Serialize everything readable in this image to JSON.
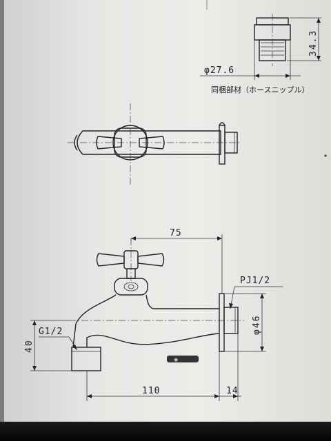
{
  "nipple": {
    "height_label": "34.3",
    "diameter_label": "φ27.6",
    "caption": "同梱部材（ホースニップル）"
  },
  "side_view": {
    "width_label": "75",
    "thread_label": "PJ1/2",
    "flange_dia_label": "φ46",
    "inlet_label": "G1/2",
    "height_label": "40",
    "length_label": "110",
    "flange_label": "14"
  }
}
